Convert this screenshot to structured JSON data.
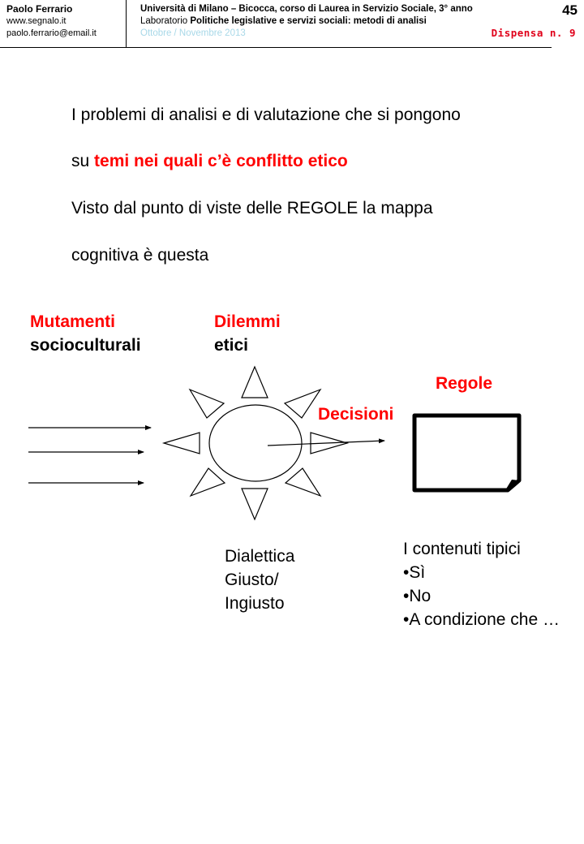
{
  "header": {
    "author_name": "Paolo Ferrario",
    "author_site": "www.segnalo.it",
    "author_email": "paolo.ferrario@email.it",
    "course_line": "Università di Milano – Bicocca, corso di  Laurea in Servizio Sociale, 3° anno",
    "lab_prefix": "Laboratorio ",
    "lab_title": "Politiche legislative e servizi sociali: metodi di analisi",
    "date": "Ottobre / Novembre 2013",
    "page_number": "45",
    "dispensa": "Dispensa n. 9"
  },
  "intro": {
    "line1": "I problemi di analisi e di valutazione che si pongono",
    "line2_prefix": "su ",
    "line2_highlight": "temi nei quali c’è conflitto etico",
    "line3": "Visto dal punto di viste delle REGOLE la mappa",
    "line4": "cognitiva è questa"
  },
  "diagram": {
    "mutamenti_red": "Mutamenti",
    "mutamenti_black": "socioculturali",
    "dilemmi_red": "Dilemmi",
    "dilemmi_black": "etici",
    "regole": "Regole",
    "decisioni": "Decisioni",
    "dialettica": [
      "Dialettica",
      "Giusto/",
      "Ingiusto"
    ],
    "contenuti_title": "I contenuti tipici",
    "contenuti_items": [
      "•Sì",
      "•No",
      "•A condizione che …"
    ],
    "colors": {
      "accent": "#ff0000",
      "ink": "#000000"
    }
  }
}
